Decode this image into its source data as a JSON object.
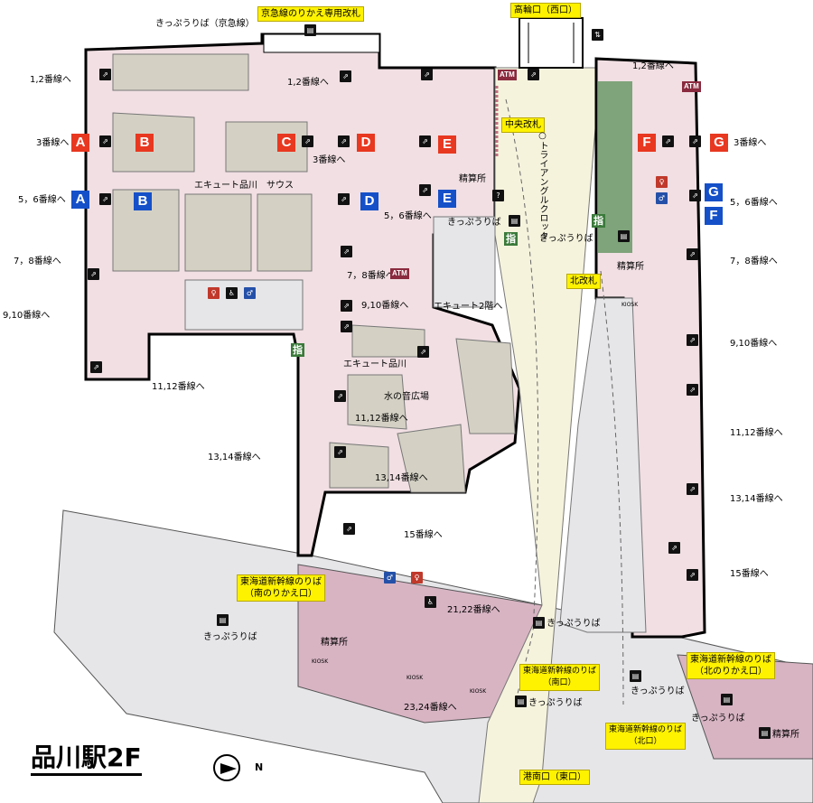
{
  "title": "品川駅2F",
  "compass_label": "N",
  "colors": {
    "concourse": "#f1dfe3",
    "passage": "#f6f3dd",
    "corridor": "#e6e6e9",
    "shop": "#d4d1c4",
    "shinkansen": "#d8b4c3",
    "green": "#7fa37a",
    "line_badge_red": "#e83820",
    "line_badge_blue": "#1550c8",
    "label_yellow": "#fff200"
  },
  "gates": {
    "keikyu_transfer": "京急線のりかえ専用改札",
    "takanawa": "高輪口（西口）",
    "central": "中央改札",
    "north": "北改札",
    "konan": "港南口（東口）",
    "shinkansen_south_transfer": "東海道新幹線のりば\n（南のりかえ口）",
    "shinkansen_south": "東海道新幹線のりば\n（南口）",
    "shinkansen_north_transfer": "東海道新幹線のりば\n（北のりかえ口）",
    "shinkansen_north": "東海道新幹線のりば\n（北口）"
  },
  "places": {
    "ecute_south": "エキュート品川　サウス",
    "ecute": "エキュート品川",
    "ecute_2f": "エキュート2階へ",
    "water_plaza": "水の音広場",
    "triangle_clock": "○トライアングルクロック",
    "seisanjo": "精算所",
    "kiosk": "KIOSK"
  },
  "kippu": {
    "keikyu": "きっぷうりば（京急線）",
    "central": "きっぷうりば",
    "north": "きっぷうりば",
    "south_transfer": "きっぷうりば",
    "shinkansen_south": "きっぷうりば",
    "shinkansen_south2": "きっぷうりば",
    "shinkansen_north_a": "きっぷうりば",
    "shinkansen_north_b": "きっぷうりば"
  },
  "tracks_left": {
    "t12": "1,2番線へ",
    "t3": "3番線へ",
    "t56": "5，6番線へ",
    "t78": "7，8番線へ",
    "t910": "9,10番線へ",
    "t1112": "11,12番線へ",
    "t1314": "13,14番線へ"
  },
  "tracks_mid": {
    "t12": "1,2番線へ",
    "t3": "3番線へ",
    "t56": "5，6番線へ",
    "t78": "7，8番線へ",
    "t910": "9,10番線へ",
    "t1112": "11,12番線へ",
    "t1314": "13,14番線へ",
    "t15": "15番線へ",
    "t2122": "21,22番線へ",
    "t2324": "23,24番線へ"
  },
  "tracks_right": {
    "t12": "1,2番線へ",
    "t3": "3番線へ",
    "t56": "5，6番線へ",
    "t78": "7，8番線へ",
    "t910": "9,10番線へ",
    "t1112": "11,12番線へ",
    "t1314": "13,14番線へ",
    "t15": "15番線へ"
  },
  "badges": {
    "A": "A",
    "B": "B",
    "C": "C",
    "D": "D",
    "E": "E",
    "F": "F",
    "G": "G"
  },
  "icons": {
    "escalator": "escalator-icon",
    "stairs": "stairs-icon",
    "elevator": "elevator-icon",
    "toilet": "toilet-icon",
    "accessible": "wheelchair-icon",
    "coin_locker": "coin-locker-icon",
    "atm": "ATM",
    "green_window": "指"
  }
}
